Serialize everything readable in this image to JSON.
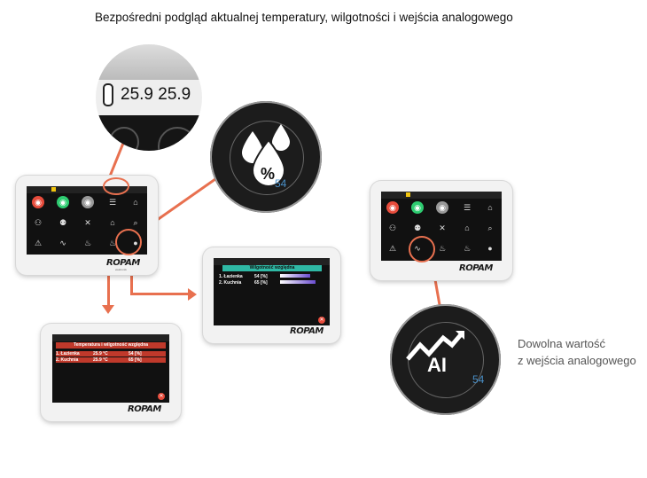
{
  "headline": "Bezpośredni podgląd aktualnej temperatury, wilgotności i wejścia analogowego",
  "caption": {
    "line1": "Dowolna wartość",
    "line2": "z wejścia analogowego"
  },
  "zoom_temperature": {
    "readout": "25.9 25.9"
  },
  "zoom_humidity": {
    "symbol": "%",
    "value": "54"
  },
  "zoom_analog": {
    "symbol": "AI",
    "value": "54"
  },
  "brand": {
    "logo": "ROPAM",
    "tagline": "elektronik"
  },
  "humidity_screen": {
    "title": "Wilgotność względna",
    "rows": [
      {
        "name": "1. Łazienka",
        "value": "54 [%]"
      },
      {
        "name": "2. Kuchnia",
        "value": "65 [%]"
      }
    ]
  },
  "temperature_screen": {
    "title": "Temperatura i wilgotność względna",
    "rows": [
      {
        "name": "1. Łazienka",
        "temp": "25.9 °C",
        "hum": "54 [%]"
      },
      {
        "name": "2. Kuchnia",
        "temp": "25.9 °C",
        "hum": "65 [%]"
      }
    ]
  },
  "colors": {
    "accent_line": "#e8704f",
    "humidity_value": "#4a90c8",
    "humidity_header": "#2fb9a5",
    "temperature_header": "#c0392b"
  }
}
